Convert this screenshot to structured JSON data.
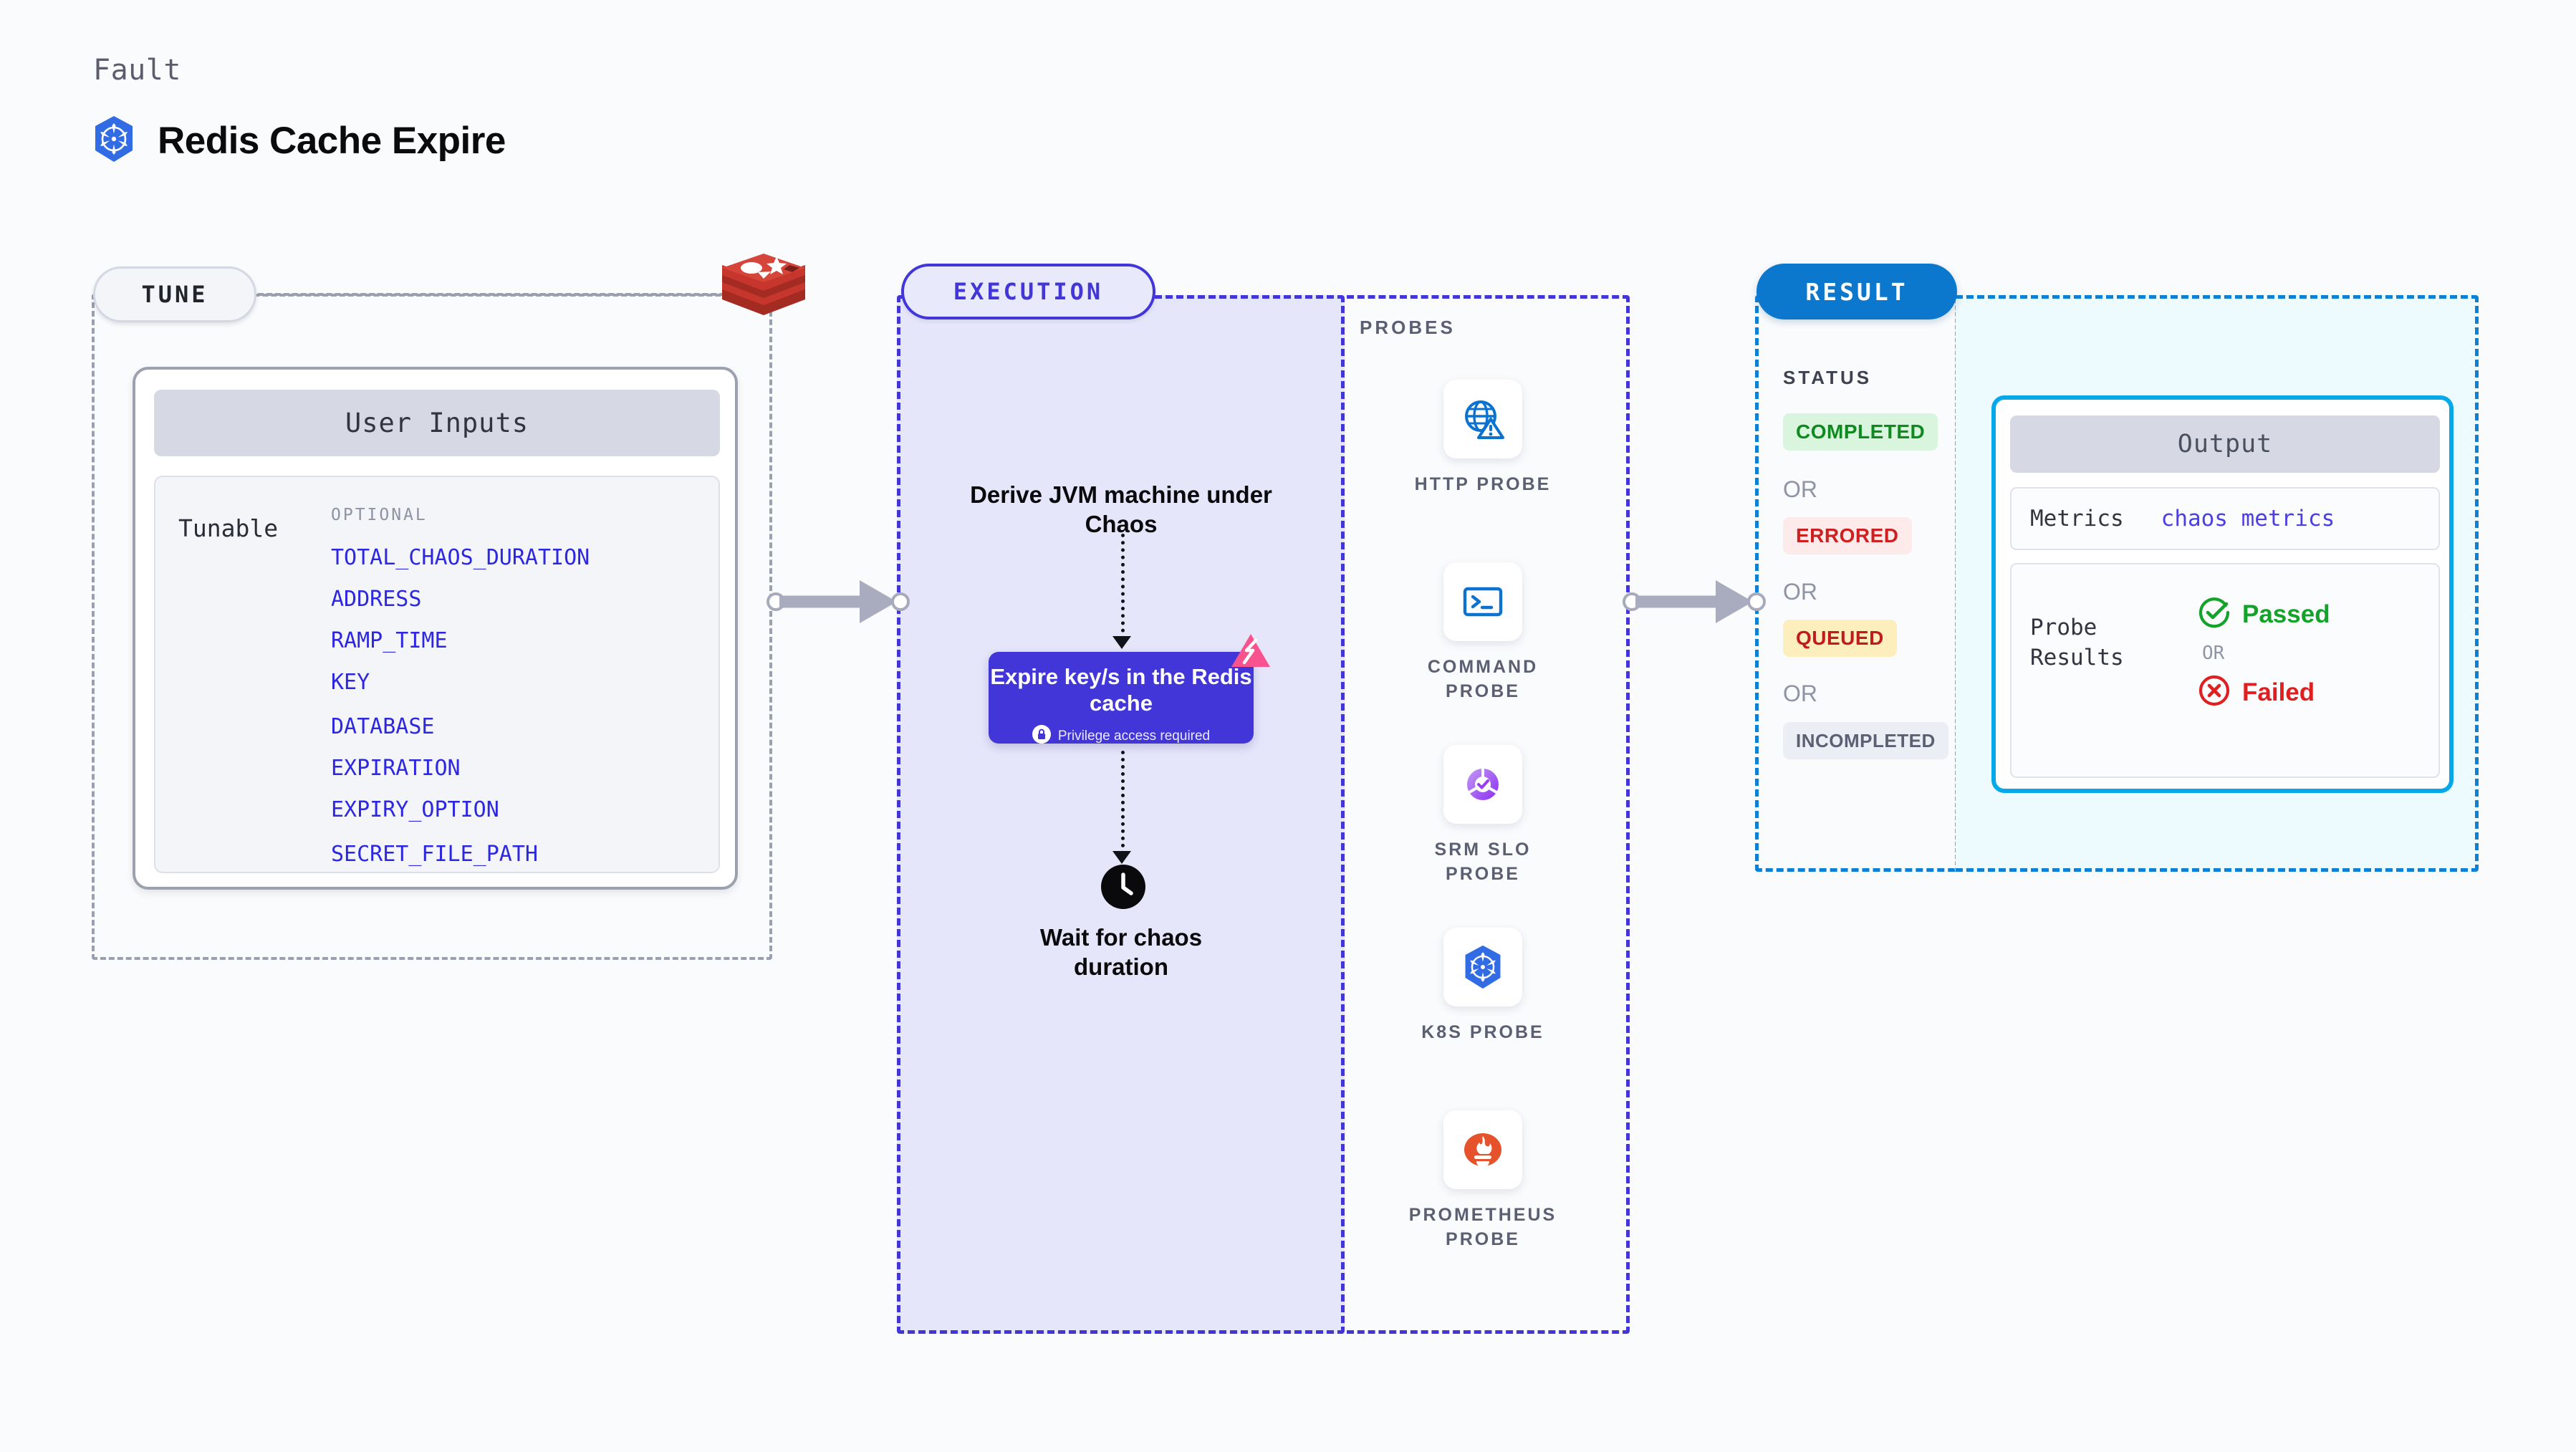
{
  "header": {
    "eyebrow": "Fault",
    "title": "Redis Cache Expire",
    "icon": "kubernetes-icon"
  },
  "tune": {
    "pill_label": "TUNE",
    "target_icon": "redis-logo",
    "card": {
      "header": "User Inputs",
      "tunable_label": "Tunable",
      "optional_label": "OPTIONAL",
      "tunables": [
        "TOTAL_CHAOS_DURATION",
        "ADDRESS",
        "RAMP_TIME",
        "KEY",
        "DATABASE",
        "EXPIRATION",
        "EXPIRY_OPTION",
        "SECRET_FILE_PATH"
      ]
    }
  },
  "execution": {
    "pill_label": "EXECUTION",
    "step_derive": "Derive JVM machine under Chaos",
    "fault_card": {
      "title": "Expire key/s in the Redis cache",
      "privilege_note": "Privilege access required",
      "privilege_icon": "lock-icon",
      "corner_badge_icon": "harness-chaos-icon"
    },
    "step_wait": "Wait for chaos duration",
    "wait_icon": "clock-icon"
  },
  "probes": {
    "section_label": "PROBES",
    "items": [
      {
        "label": "HTTP PROBE",
        "icon": "globe-warning-icon"
      },
      {
        "label": "COMMAND PROBE",
        "icon": "terminal-icon"
      },
      {
        "label": "SRM SLO PROBE",
        "icon": "slo-gauge-check-icon"
      },
      {
        "label": "K8S PROBE",
        "icon": "kubernetes-icon"
      },
      {
        "label": "PROMETHEUS PROBE",
        "icon": "prometheus-icon"
      }
    ]
  },
  "result": {
    "pill_label": "RESULT",
    "status_label": "STATUS",
    "or_label": "OR",
    "statuses": [
      {
        "label": "COMPLETED",
        "bg": "#d9f5dd",
        "fg": "#0f8a1f"
      },
      {
        "label": "ERRORED",
        "bg": "#fdeaea",
        "fg": "#cf2020"
      },
      {
        "label": "QUEUED",
        "bg": "#fdeebd",
        "fg": "#c01c1c"
      },
      {
        "label": "INCOMPLETED",
        "bg": "#eceef5",
        "fg": "#5b6073"
      }
    ],
    "output": {
      "header": "Output",
      "metrics_key": "Metrics",
      "metrics_value": "chaos metrics",
      "probe_results_key": "Probe Results",
      "or_label": "OR",
      "passed_label": "Passed",
      "passed_icon": "check-circle-icon",
      "failed_label": "Failed",
      "failed_icon": "x-circle-icon"
    }
  },
  "colors": {
    "execution_accent": "#4236d8",
    "result_accent": "#0b78ce",
    "output_accent": "#05a8e8",
    "tunable_text": "#2d28e0",
    "passed": "#14a329",
    "failed": "#e02020"
  }
}
